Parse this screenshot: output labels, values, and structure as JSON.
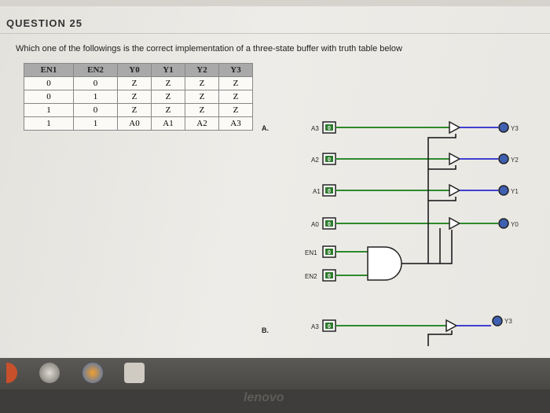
{
  "question": {
    "title": "QUESTION 25",
    "text": "Which one of the followings is the correct implementation of a three-state buffer with truth table below"
  },
  "truth_table": {
    "headers": [
      "EN1",
      "EN2",
      "Y0",
      "Y1",
      "Y2",
      "Y3"
    ],
    "rows": [
      [
        "0",
        "0",
        "Z",
        "Z",
        "Z",
        "Z"
      ],
      [
        "0",
        "1",
        "Z",
        "Z",
        "Z",
        "Z"
      ],
      [
        "1",
        "0",
        "Z",
        "Z",
        "Z",
        "Z"
      ],
      [
        "1",
        "1",
        "A0",
        "A1",
        "A2",
        "A3"
      ]
    ]
  },
  "options": {
    "a": {
      "label": "A.",
      "inputs": [
        {
          "name": "A3",
          "value": "0"
        },
        {
          "name": "A2",
          "value": "0"
        },
        {
          "name": "A1",
          "value": "0"
        },
        {
          "name": "A0",
          "value": "0"
        },
        {
          "name": "EN1",
          "value": "0"
        },
        {
          "name": "EN2",
          "value": "0"
        }
      ],
      "outputs": [
        "Y3",
        "Y2",
        "Y1",
        "Y0"
      ]
    },
    "b": {
      "label": "B.",
      "inputs": [
        {
          "name": "A3",
          "value": "0"
        }
      ],
      "outputs": [
        "Y3"
      ]
    }
  },
  "laptop": {
    "brand": "lenovo"
  },
  "colors": {
    "wire_blue": "#3f3fd0",
    "wire_green": "#2e8a2e",
    "wire_black": "#111111",
    "table_header": "#a9a9a9"
  }
}
